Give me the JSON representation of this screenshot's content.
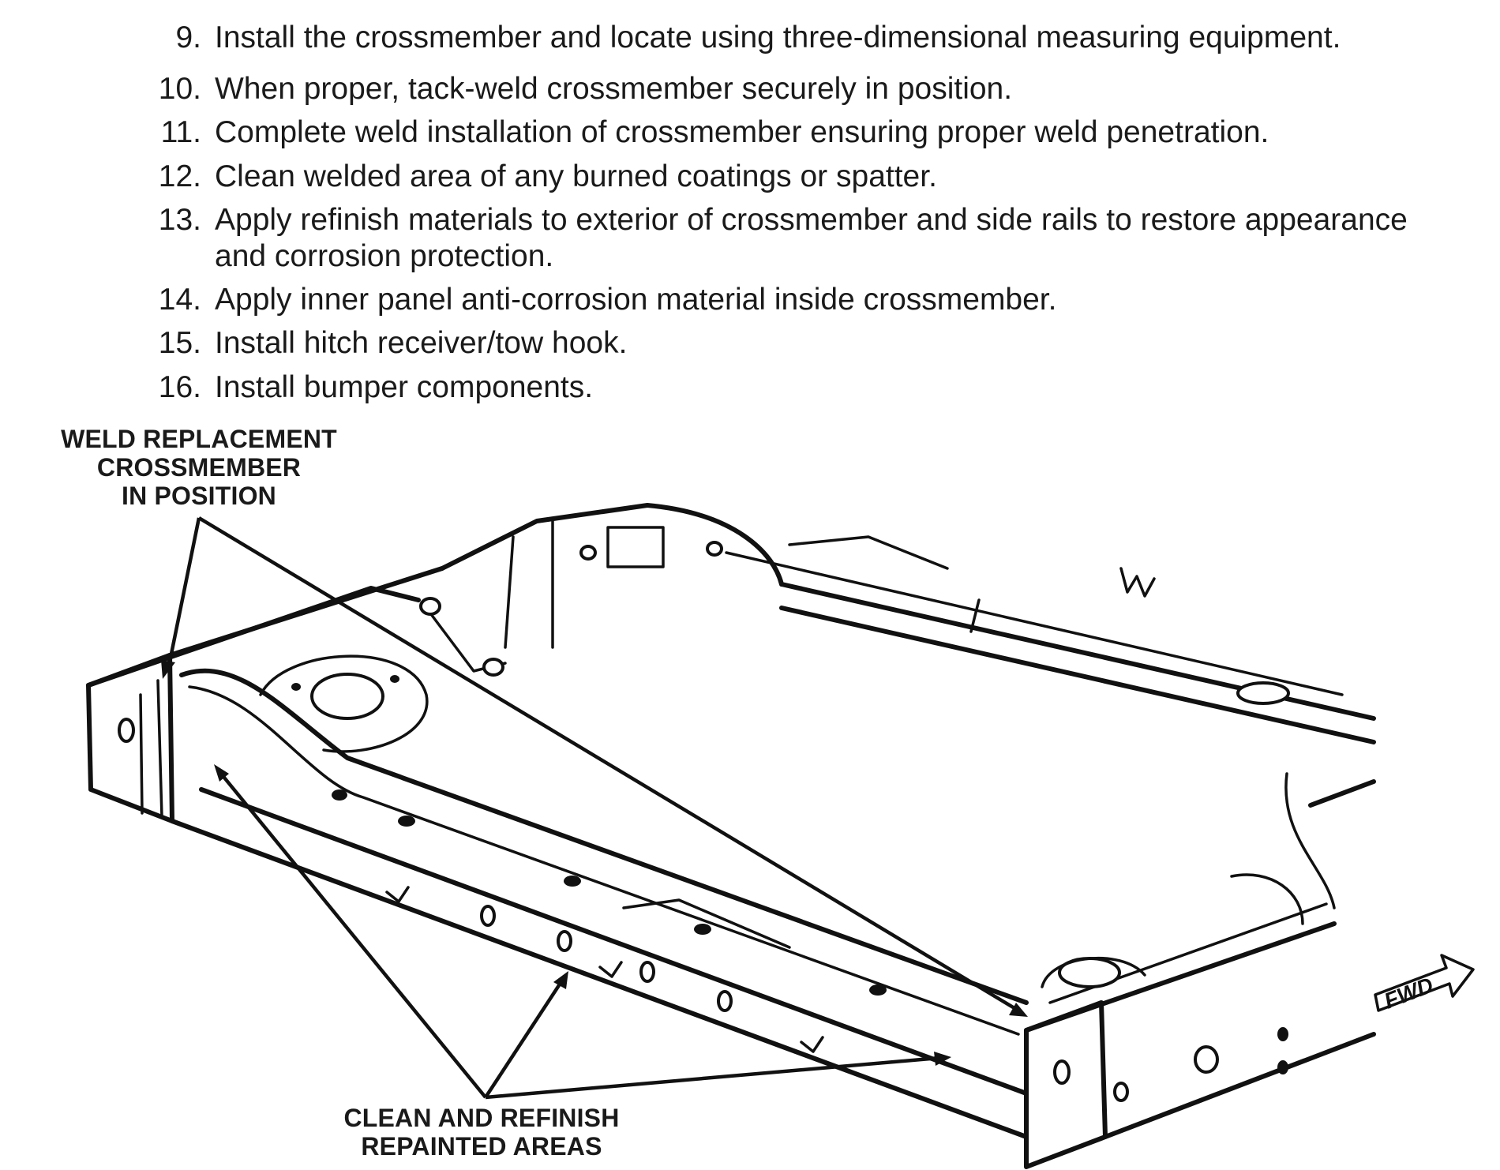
{
  "steps": [
    {
      "num": "9.",
      "text": "Install the crossmember and locate using three-dimensional measuring equipment."
    },
    {
      "num": "10.",
      "text": "When proper, tack-weld crossmember securely in position."
    },
    {
      "num": "11.",
      "text": "Complete weld installation of crossmember ensuring proper weld penetration."
    },
    {
      "num": "12.",
      "text": "Clean welded area of any burned coatings or spatter."
    },
    {
      "num": "13.",
      "text": "Apply refinish materials to exterior of crossmember and side rails to restore appearance",
      "text2": "and corrosion protection."
    },
    {
      "num": "14.",
      "text": "Apply inner panel anti-corrosion material inside crossmember."
    },
    {
      "num": "15.",
      "text": "Install hitch receiver/tow hook."
    },
    {
      "num": "16.",
      "text": "Install bumper components."
    }
  ],
  "callouts": {
    "weld": [
      "WELD REPLACEMENT",
      "CROSSMEMBER",
      "IN POSITION"
    ],
    "clean": [
      "CLEAN AND REFINISH",
      "REPAINTED AREAS"
    ],
    "fwd": "FWD"
  }
}
